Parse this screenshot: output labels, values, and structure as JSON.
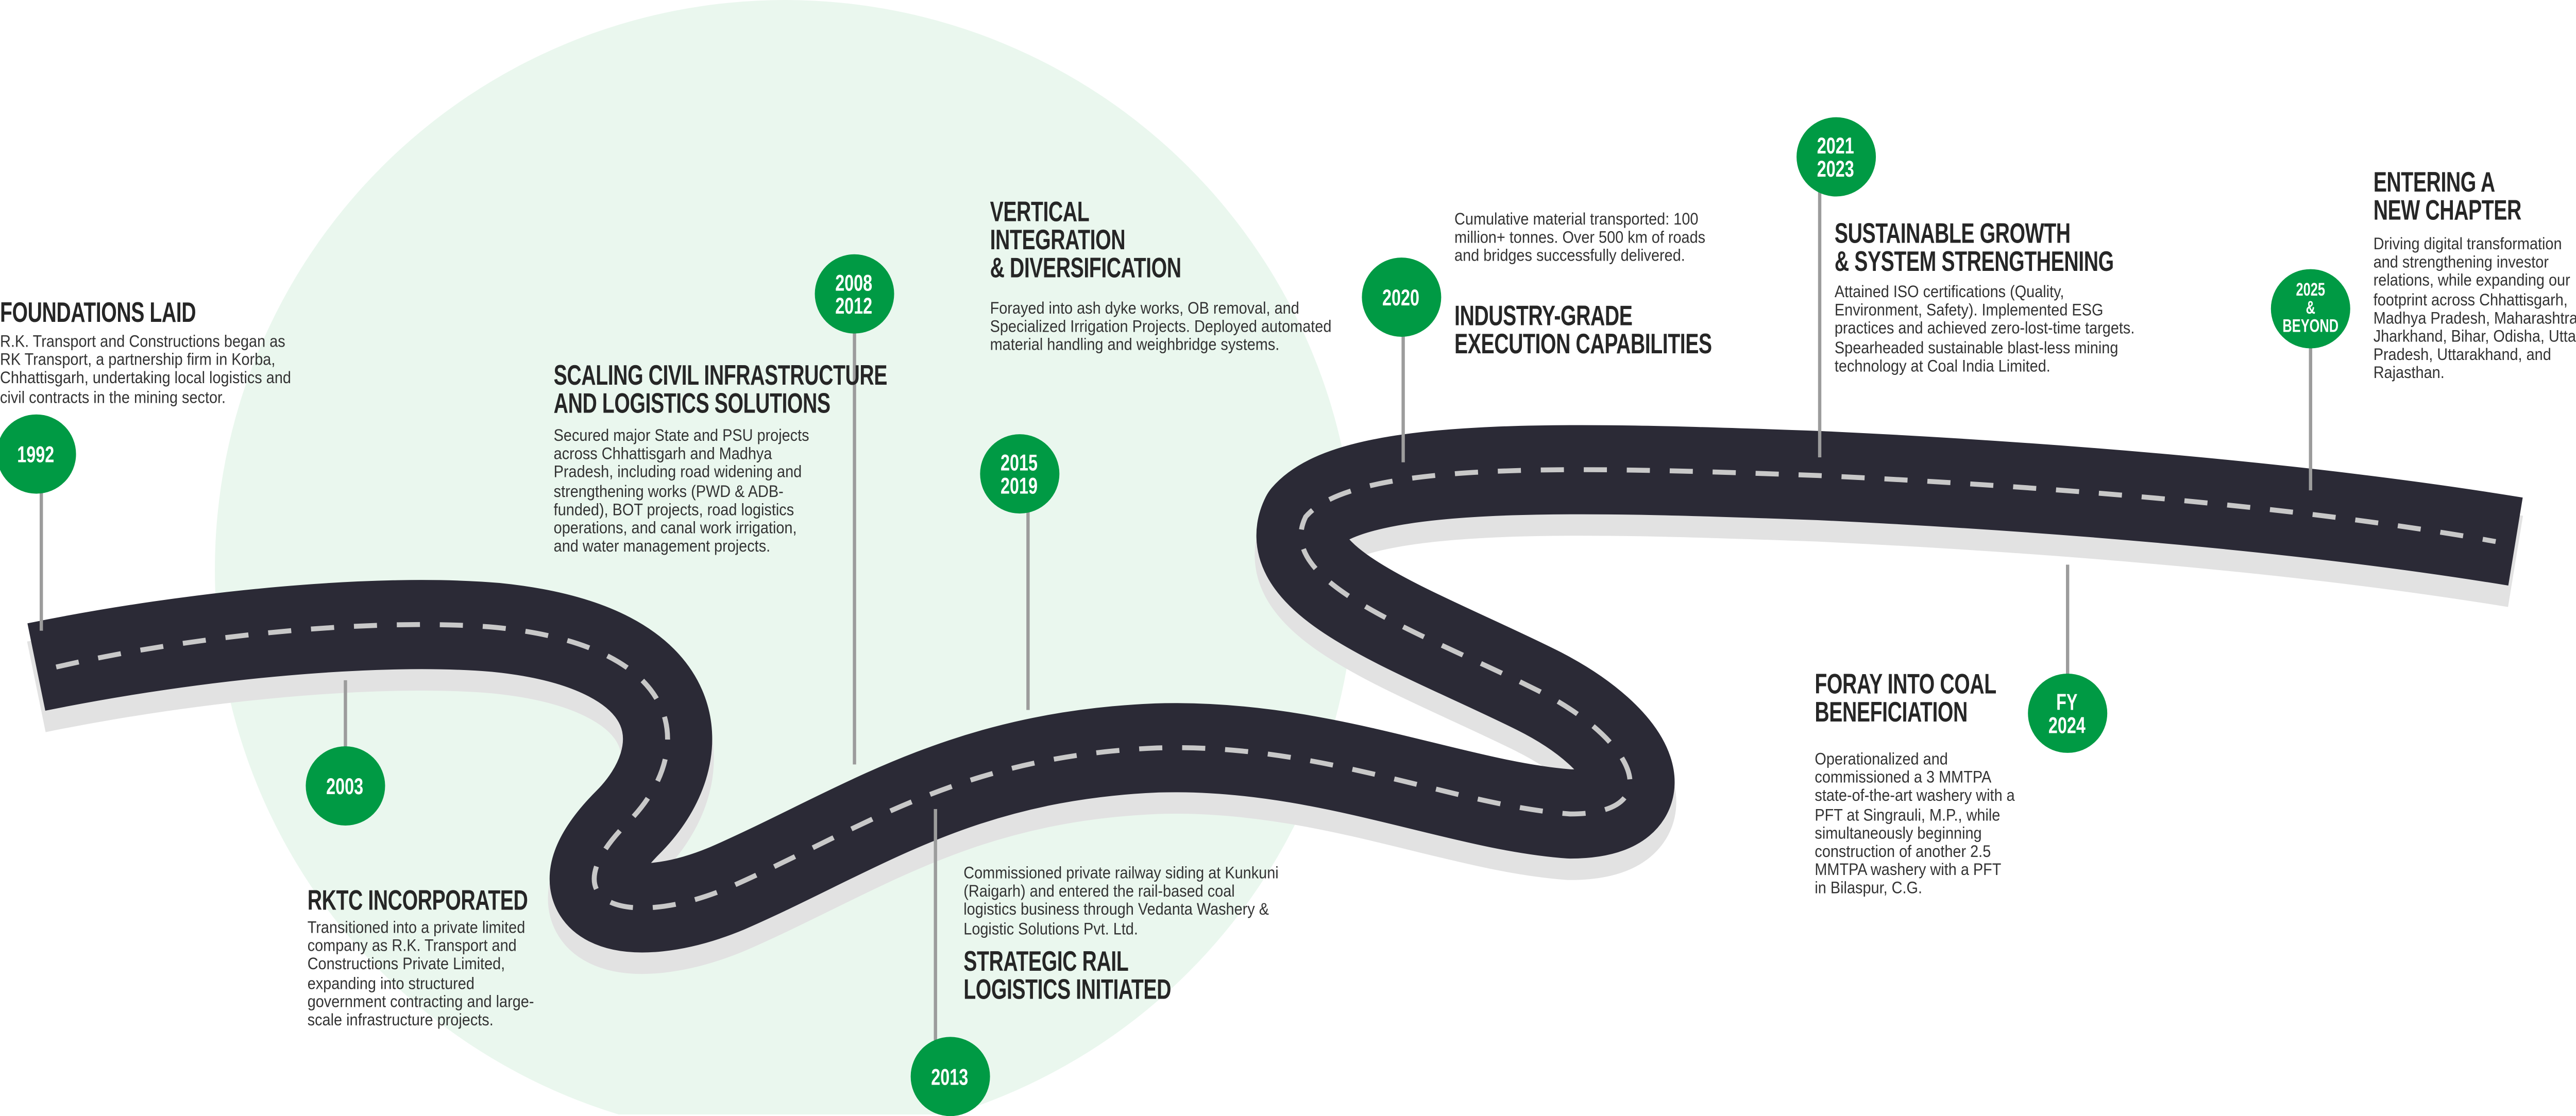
{
  "colors": {
    "accent": "#009a44",
    "road": "#2b2a36",
    "road_dash": "#c8c8c8",
    "background_circle": "#eaf7ee",
    "stem": "#9c9c9c"
  },
  "milestones": [
    {
      "year": "1992",
      "title": "FOUNDATIONS LAID",
      "body": "R.K. Transport and Constructions began as RK Transport, a partnership firm in Korba, Chhattisgarh, undertaking local logistics and civil contracts in the mining sector."
    },
    {
      "year": "2003",
      "title": "RKTC INCORPORATED",
      "body": "Transitioned into a private limited company as R.K. Transport and Constructions Private Limited, expanding into structured government contracting and large-scale infrastructure projects."
    },
    {
      "year": "2008\n2012",
      "title": "SCALING CIVIL INFRASTRUCTURE\nAND LOGISTICS SOLUTIONS",
      "body": "Secured major State and PSU projects across Chhattisgarh and Madhya Pradesh, including road widening and strengthening works (PWD & ADB-funded), BOT projects, road logistics operations, and canal work irrigation, and water management projects."
    },
    {
      "year": "2013",
      "title": "STRATEGIC RAIL\nLOGISTICS INITIATED",
      "body": "Commissioned private railway siding at Kunkuni (Raigarh) and entered the rail-based coal logistics business through Vedanta Washery & Logistic Solutions Pvt. Ltd."
    },
    {
      "year": "2015\n2019",
      "title": "VERTICAL\nINTEGRATION\n & DIVERSIFICATION",
      "body": "Forayed into ash dyke works, OB removal, and Specialized Irrigation Projects. Deployed automated material handling and weighbridge systems."
    },
    {
      "year": "2020",
      "title": "INDUSTRY-GRADE\nEXECUTION CAPABILITIES",
      "body": "Cumulative material transported: 100 million+ tonnes. Over 500 km of roads and bridges successfully delivered."
    },
    {
      "year": "2021\n2023",
      "title": "SUSTAINABLE GROWTH\n& SYSTEM STRENGTHENING",
      "body": "Attained ISO certifications (Quality, Environment, Safety). Implemented ESG practices and achieved zero-lost-time targets. Spearheaded sustainable blast-less mining technology at Coal India Limited."
    },
    {
      "year": "FY\n2024",
      "title": "FORAY INTO COAL\nBENEFICIATION",
      "body": "Operationalized and commissioned a 3 MMTPA state-of-the-art washery with a PFT at Singrauli, M.P., while simultaneously beginning construction of another 2.5 MMTPA washery with a PFT in Bilaspur, C.G."
    },
    {
      "year": "2025\n& BEYOND",
      "title": "ENTERING A\nNEW CHAPTER",
      "body": "Driving digital transformation and strengthening investor relations, while expanding our footprint across Chhattisgarh, Madhya Pradesh, Maharashtra, Jharkhand, Bihar, Odisha, Uttar Pradesh, Uttarakhand, and Rajasthan."
    }
  ]
}
